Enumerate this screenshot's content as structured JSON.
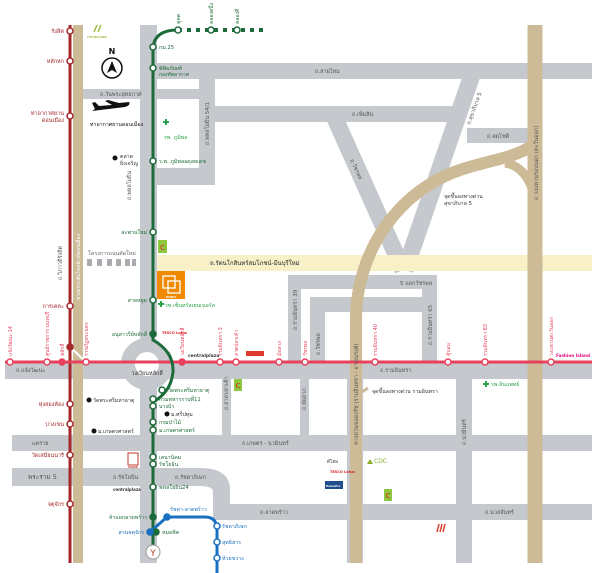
{
  "colors": {
    "road": "#c5c8cc",
    "expressway": "#cdbb98",
    "new_road": "#f8f1c8",
    "red_line": "#a4282b",
    "pink_line": "#e8415d",
    "green_line": "#1d6b3a",
    "blue_line": "#1a6fc0",
    "project": "#f08a00"
  },
  "compass": {
    "label": "N"
  },
  "red_line": {
    "stations": [
      "รังสิต",
      "หลักหก",
      "ท่าอากาศยาน",
      "ดอนเมือง",
      "การเคหะ",
      "ทุ่งสองห้อง",
      "บางเขน",
      "วัดเสมียนนารี",
      "จตุจักร"
    ]
  },
  "green_line": {
    "extension": [
      "คูคต",
      "คลองหนึ่ง",
      "คลองสี่"
    ],
    "stations": [
      "กม.25",
      "พิพิธภัณฑ์",
      "กองทัพอากาศ",
      "ร.พ. ภูมิพลอดุลยเดช",
      "สะพานใหม่",
      "สายหยุด",
      "อนุสาวรีย์หลักสี่",
      "วัดพระศรีมหาธาตุ",
      "กรมทหารราบที่11",
      "บางบัว",
      "กรมป่าไม้",
      "ม.เกษตรศาสตร์",
      "เสนานิคม",
      "รัชโยธิน",
      "พหลโยธิน24",
      "ห้าแยกลาดพร้าว",
      "หมอชิต"
    ]
  },
  "pink_line": {
    "stations": [
      "แจ้งวัฒนะ 14",
      "ศูนย์ราชการ นนทบุรี",
      "หลักสี่",
      "ราชภัฏพระนคร",
      "วงเวียนหลักสี่",
      "รามอินทรา 3",
      "ลาดปลาเค้า",
      "มัยลาภ",
      "วัชรพล",
      "รามอินทรา 40",
      "คู้บอน",
      "รามอินทรา 83",
      "วงแหวนตะวันออก"
    ]
  },
  "blue_line": {
    "stations": [
      "รัชดา-ลาดพร้าว",
      "สวนจตุจักร",
      "รัชดาภิเษก",
      "สุทธิสาร",
      "ห้วยขวาง"
    ]
  },
  "roads": {
    "sai_mai": "ถ.สายไหม",
    "wanphra": "ถ.วันพระยุทธกาศ",
    "phahon_54_1": "ถ.พหลโยธิน 54/1",
    "phoem_sin": "ถ.เพิ่มสิน",
    "sukhaphiban_5": "ถ.สุขาภิบาล 5",
    "chatuchot": "ถ.จตุโชติ",
    "outer_ring": "ถ.วงแหวนรอบนอก (ตะวันออก)",
    "watcharaphon_diag": "ถ.วัชรพล",
    "new_road": "ถ.รัตนโกสินทร์สมโภชน์-มีนบุรีใหม่",
    "five_way": "5 แยกวัชรพล",
    "ram_39": "ถ.รามอินทรา 39",
    "watcharaphon": "ถ.วัชรพล",
    "ram_65": "ถ.รามอินทรา 65",
    "expressway": "ทางด่วนฉลองรัช (รามอินทรา - อาจณรงค์)",
    "ram_inthra": "ถ.รามอินทรา",
    "chaeng_watthana": "ถ.แจ้งวัฒนะ",
    "roundabout": "วงเวียนหลักสี่",
    "vibhavadi": "ถ.วิภาวดีรังสิต",
    "tollway": "ทางยกระดับโทลล์เวย์ดอนเมือง",
    "phahonyothin": "ถ.พหลโยธิน",
    "lat_pla_khao": "ถ.ลาดปลาเค้า",
    "mai_lap": "ถ.มัยลาภ",
    "nawamin": "ถ.นวมินทร์",
    "khae_rai": "แคราย",
    "kaset_nawamin": "ถ.เกษตร - นวมินทร์",
    "rama_5": "พระราม 5",
    "ratchayothin": "ถ.รัชโยธิน",
    "ratchada": "ถ.รัชดาภิเษก",
    "lat_phrao": "ถ.ลาดพร้าว",
    "nuan_chan": "ถ.นวลจันทร์"
  },
  "landmarks": {
    "airport": "ท่าอากาศยานดอนเมือง",
    "bhumibol_hospital": "รพ. ภูมิพล",
    "market_1": "ตลาด",
    "market_2": "ยิ่งเจริญ",
    "new_road_project": "โครงการถนนตัดใหม่",
    "central_hospital": "รพ.เซ็นทรัลเยนเนอรัล",
    "wat_phra_si": "วัดพระศรีมหาธาตุ",
    "sripatum": "ม.ศรีปทุม",
    "kasetsart": "ม.เกษตรศาสตร์",
    "synphaet": "รพ.สินแพทย์",
    "exit_sukhaphiban_1": "จุดขึ้นลงทางด่วน",
    "exit_sukhaphiban_2": "สุขาภิบาล 5",
    "exit_ramintra": "จุดขึ้นลงทางด่วน รามอินทรา",
    "cdc": "CDC",
    "dhome": "ดีโฮม"
  },
  "logos": {
    "future_park": "FUTURE PARK",
    "central_plaza": "centralplaza",
    "tesco": "TESCO Lotus",
    "fashion_island": "Fashion Island",
    "big_c": "Big C",
    "homepro": "HomePro",
    "major": "MAJOR",
    "project": "PROJECT"
  }
}
